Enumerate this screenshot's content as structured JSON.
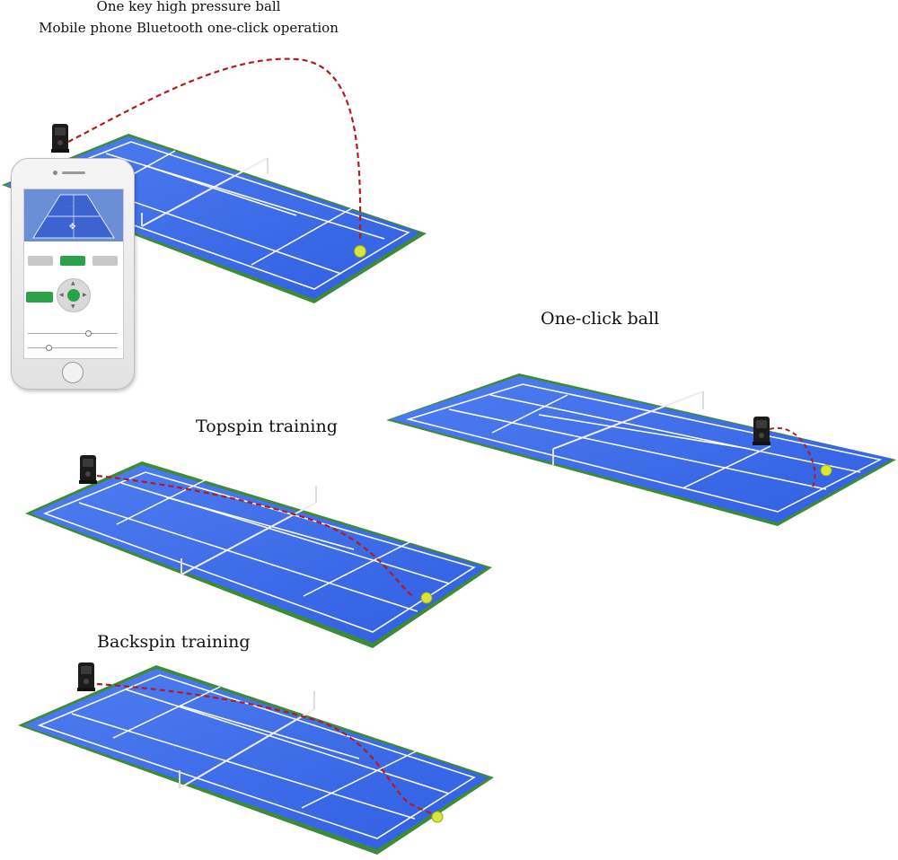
{
  "captions": {
    "headline_1": "One key high pressure ball",
    "headline_2": "Mobile phone Bluetooth one-click operation",
    "one_click": "One-click ball",
    "topspin": "Topspin training",
    "backspin": "Backspin training"
  },
  "colors": {
    "court": "#3f6ee8",
    "court_dark": "#2a56d6",
    "court_border": "#3d8a3a",
    "lines": "#ffffff",
    "trajectory": "#b21c1c",
    "ball": "#d8e63a",
    "app_green": "#2aa24a"
  },
  "icons": [
    "ball-machine-icon",
    "tennis-ball-icon",
    "smartphone-icon",
    "dpad-icon"
  ]
}
